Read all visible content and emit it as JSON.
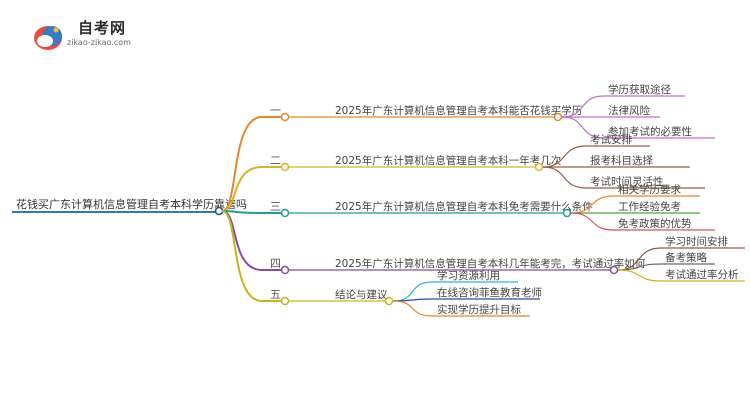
{
  "header": {
    "brand": "自考网",
    "url": "zikao-zikao.com"
  },
  "mindmap": {
    "root": "花钱买广东计算机信息管理自考本科学历靠谱吗",
    "branches": [
      {
        "marker": "一",
        "title": "2025年广东计算机信息管理自考本科能否花钱买学历",
        "color": "#e8862a",
        "children": [
          "学历获取途径",
          "法律风险",
          "参加考试的必要性"
        ],
        "child_colors": [
          "#c36ec6",
          "#c36ec6",
          "#c36ec6"
        ]
      },
      {
        "marker": "二",
        "title": "2025年广东计算机信息管理自考本科一年考几次",
        "color": "#d4b52c",
        "children": [
          "考试安排",
          "报考科目选择",
          "考试时间灵活性"
        ],
        "child_colors": [
          "#9a5b47",
          "#9a5b47",
          "#9a5b47"
        ]
      },
      {
        "marker": "三",
        "title": "2025年广东计算机信息管理自考本科免考需要什么条件",
        "color": "#1f9e8f",
        "children": [
          "相关学历要求",
          "工作经验免考",
          "免考政策的优势"
        ],
        "child_colors": [
          "#e8862a",
          "#4aa63c",
          "#e05252"
        ]
      },
      {
        "marker": "四",
        "title": "2025年广东计算机信息管理自考本科几年能考完，考试通过率如何",
        "color": "#8a4aa0",
        "children": [
          "学习时间安排",
          "备考策略",
          "考试通过率分析"
        ],
        "child_colors": [
          "#8a5a4a",
          "#6a6a6a",
          "#c9b420"
        ]
      },
      {
        "marker": "五",
        "title": "结论与建议",
        "color": "#c9b420",
        "children": [
          "学习资源利用",
          "在线咨询菲鱼教育老师",
          "实现学历提升目标"
        ],
        "child_colors": [
          "#2bb3d6",
          "#2a4aa6",
          "#e8862a"
        ]
      }
    ],
    "root_color": "#1a4f7a",
    "trunk_color": "#2c7bb6"
  }
}
